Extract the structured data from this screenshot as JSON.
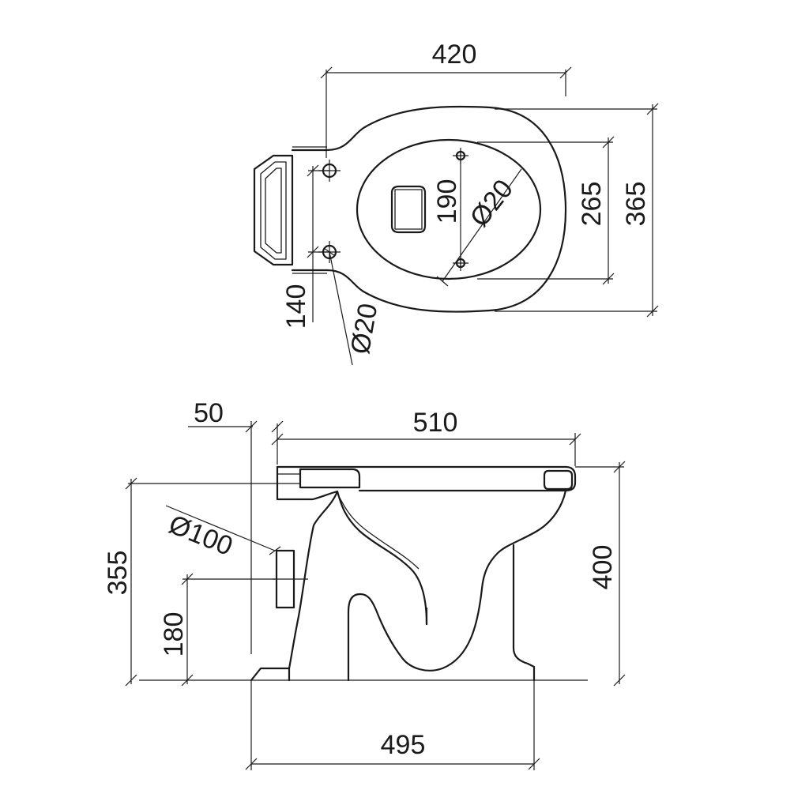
{
  "top_view": {
    "dim_width": "420",
    "dim_depth_overall": "365",
    "dim_bowl_depth": "265",
    "dim_fixing_spacing": "190",
    "dim_fixing_hole_bowl": "Ø20",
    "dim_seat_hole_spacing": "140",
    "dim_seat_hole": "Ø20"
  },
  "side_view": {
    "dim_offset": "50",
    "dim_length": "510",
    "dim_outlet_diameter": "Ø100",
    "dim_height_355": "355",
    "dim_outlet_height": "180",
    "dim_height_400": "400",
    "dim_base_length": "495"
  }
}
